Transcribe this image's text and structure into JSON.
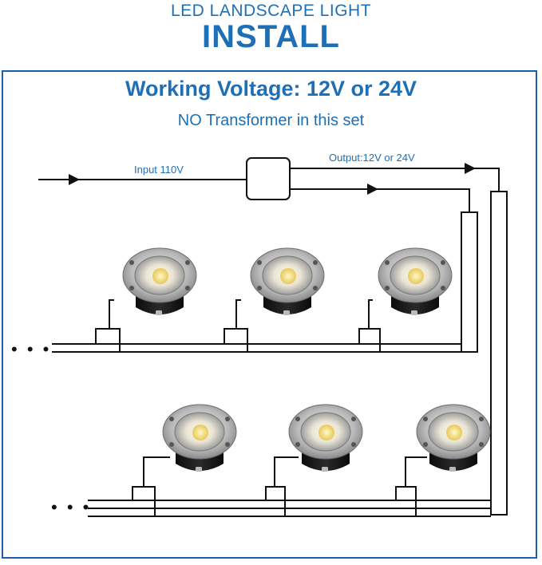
{
  "header": {
    "subtitle": "LED LANDSCAPE LIGHT",
    "title": "INSTALL"
  },
  "panel": {
    "voltage_title": "Working Voltage: 12V or 24V",
    "transformer_note": "NO Transformer in this set"
  },
  "wiring": {
    "input_label": "Input 110V",
    "output_label": "Output:12V or 24V",
    "continuation_mark": "• • •"
  },
  "colors": {
    "accent_blue": "#1e6fb6",
    "frame_blue": "#1e5fa8",
    "wire": "#111111"
  },
  "icons": [
    "transformer-box-icon",
    "arrow-right-icon",
    "inground-led-light-icon"
  ]
}
